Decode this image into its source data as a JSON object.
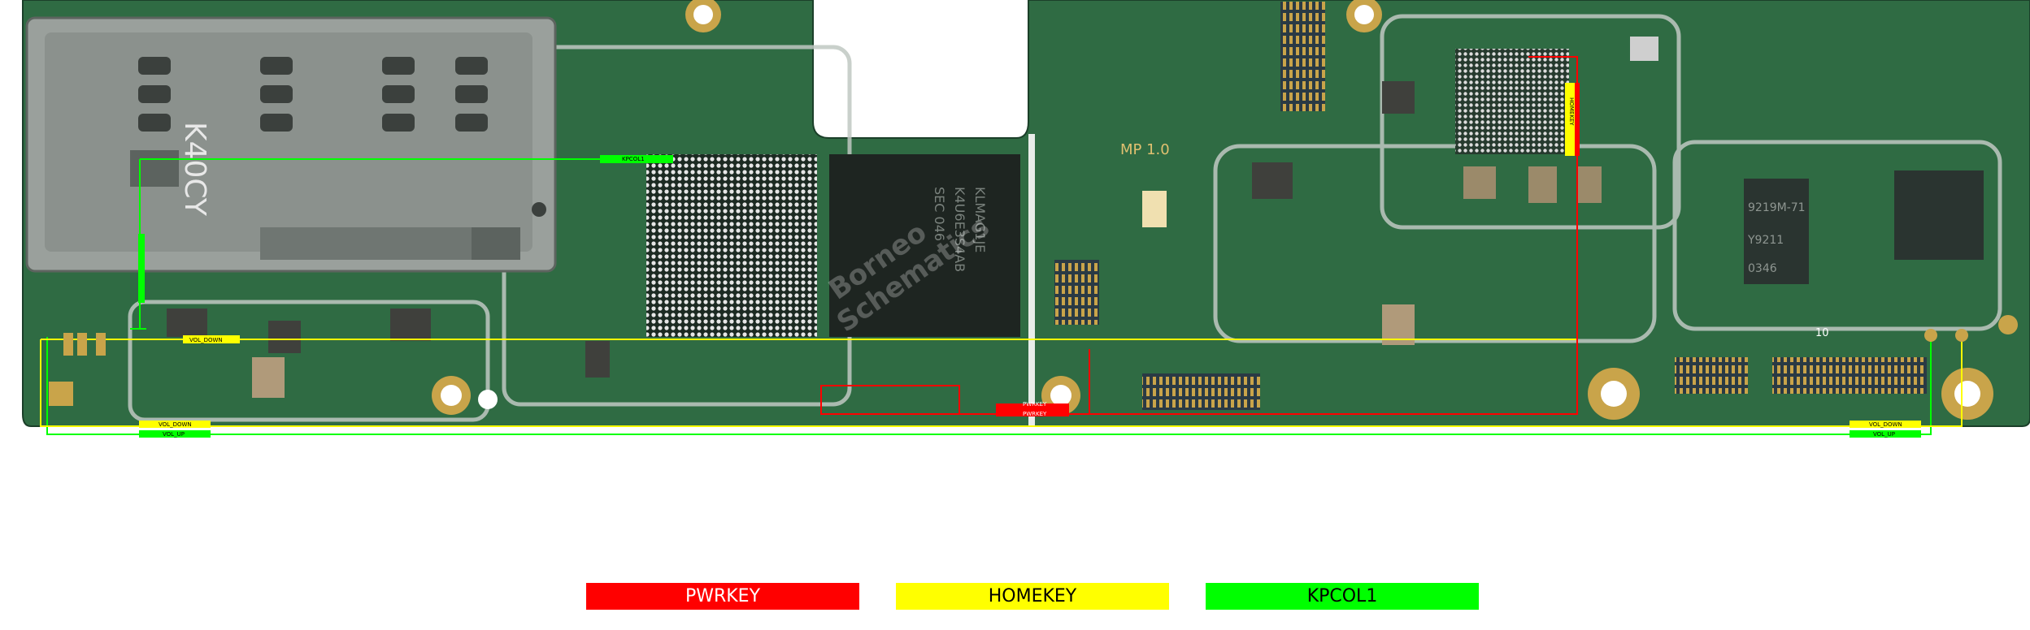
{
  "board": {
    "silk_k40": "K40CY",
    "silk_mp": "MP 1.0",
    "silk_10": "10",
    "watermark_line1": "Borneo",
    "watermark_line2": "Schematics",
    "chip_mem_text": [
      "SEC 046",
      "K4U6E3S4AB",
      "KLMAG1JE"
    ],
    "chip_right_text": [
      "9219M-71",
      "Y9211",
      "0346"
    ]
  },
  "nets": {
    "labels": {
      "vol_down_1": "VOL_DOWN",
      "vol_down_2": "VOL_DOWN",
      "vol_up_1": "VOL_UP",
      "vol_down_3": "VOL_DOWN",
      "vol_up_2": "VOL_UP",
      "pwrkey_1": "PWRKEY",
      "pwrkey_2": "PWRKEY",
      "homekey_v": "HOMEKEY",
      "kpcol_h": "KPCOL1"
    }
  },
  "legend": [
    {
      "label": "PWRKEY",
      "color": "#ff0000",
      "text_color": "#ffffff"
    },
    {
      "label": "HOMEKEY",
      "color": "#ffff00",
      "text_color": "#000000"
    },
    {
      "label": "KPCOL1",
      "color": "#00ff00",
      "text_color": "#000000"
    }
  ],
  "colors": {
    "board": "#2f6b43",
    "board_dark": "#1f4d30",
    "pwrkey": "#ff0000",
    "homekey": "#ffff00",
    "kpcol1": "#00ff00"
  }
}
